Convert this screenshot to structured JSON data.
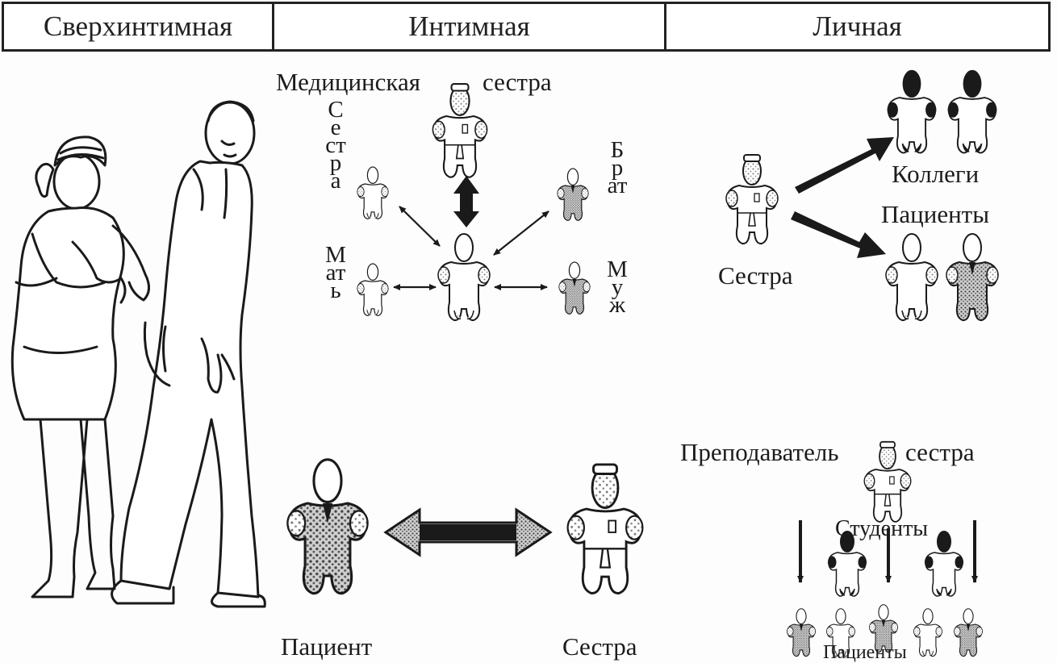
{
  "header": {
    "col1": "Сверхинтимная",
    "col2": "Интимная",
    "col3": "Личная"
  },
  "intimate_family": {
    "top": "Медицинская",
    "top2": "сестра",
    "sister": "Сестра",
    "brother": "Брат",
    "mother": "Мать",
    "husband": "Муж"
  },
  "intimate_patient": {
    "patient": "Пациент",
    "nurse": "Сестра"
  },
  "personal_work": {
    "nurse": "Сестра",
    "colleagues": "Коллеги",
    "patients": "Пациенты"
  },
  "personal_teaching": {
    "teacher": "Преподаватель",
    "teacher2": "сестра",
    "students": "Студенты",
    "patients": "Пациенты"
  },
  "colors": {
    "ink": "#1a1a1a",
    "paper": "#fdfdfd",
    "stipple": "#9a9a9a"
  }
}
